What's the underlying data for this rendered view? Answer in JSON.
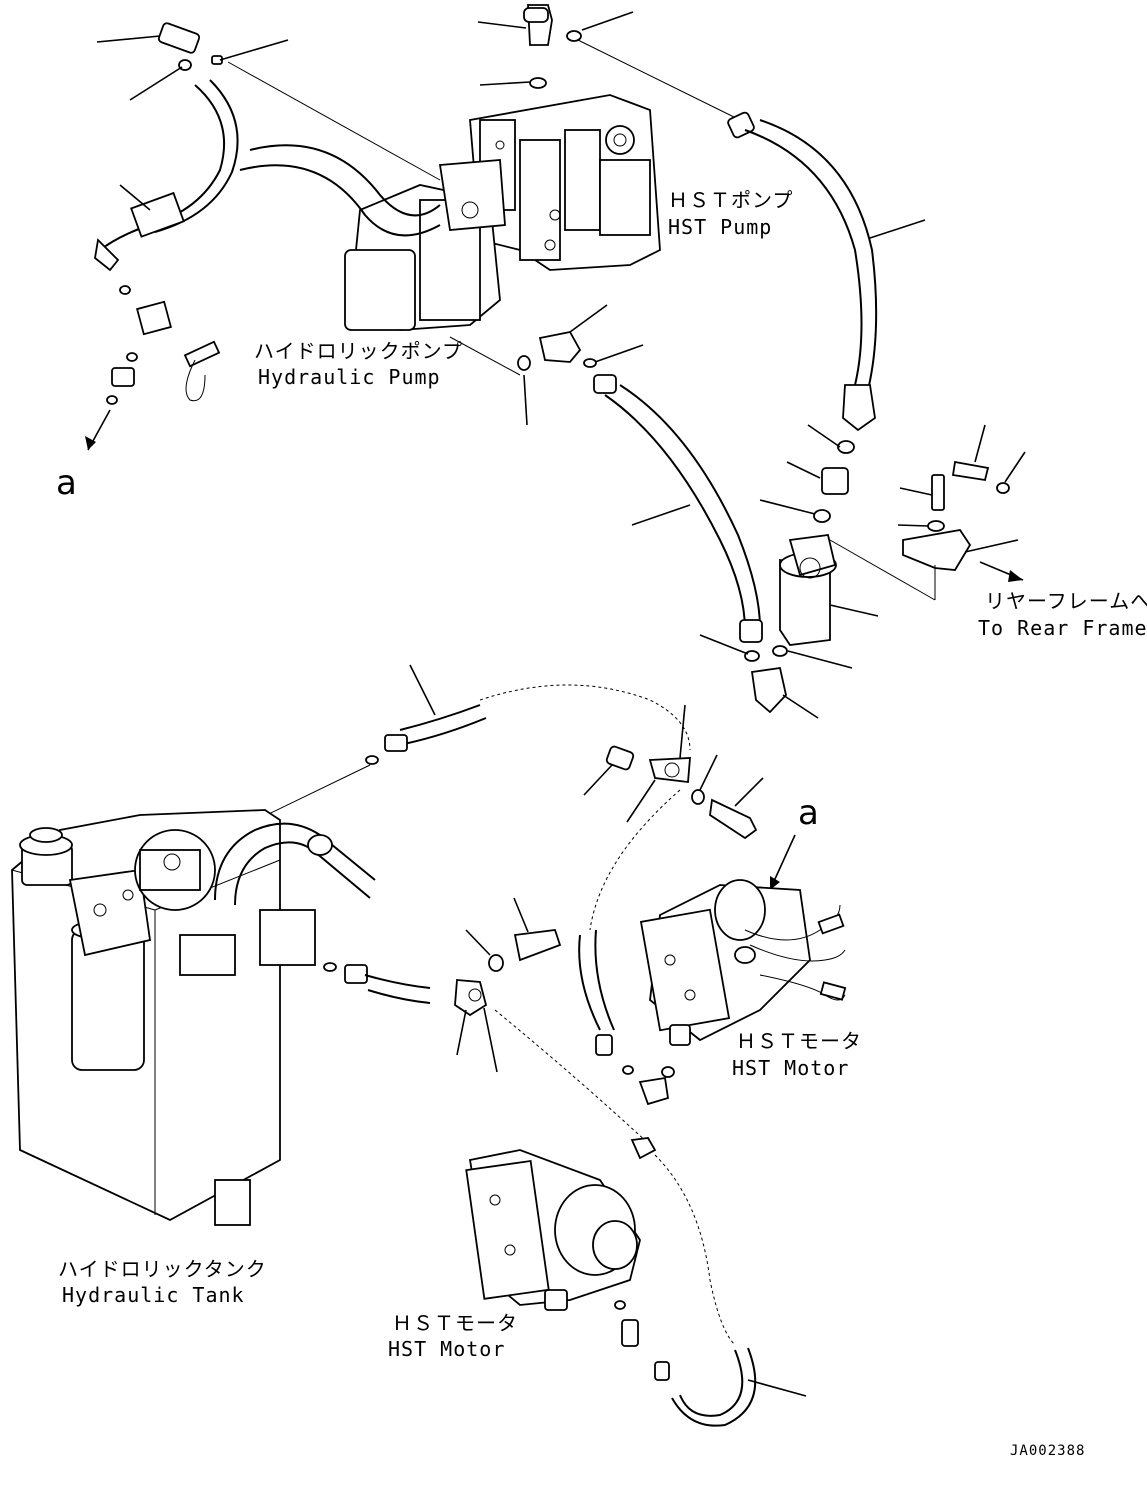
{
  "labels": {
    "hst_pump_jp": "ＨＳＴポンプ",
    "hst_pump_en": "HST Pump",
    "hyd_pump_jp": "ハイドロリックポンプ",
    "hyd_pump_en": "Hydraulic Pump",
    "rear_frame_jp": "リヤーフレームへ",
    "rear_frame_en": "To Rear Frame",
    "hst_motor_right_jp": "ＨＳＴモータ",
    "hst_motor_right_en": "HST Motor",
    "hyd_tank_jp": "ハイドロリックタンク",
    "hyd_tank_en": "Hydraulic Tank",
    "hst_motor_bottom_jp": "ＨＳＴモータ",
    "hst_motor_bottom_en": "HST Motor",
    "ref_a_left": "a",
    "ref_a_right": "a",
    "drawing_id": "JA002388"
  }
}
